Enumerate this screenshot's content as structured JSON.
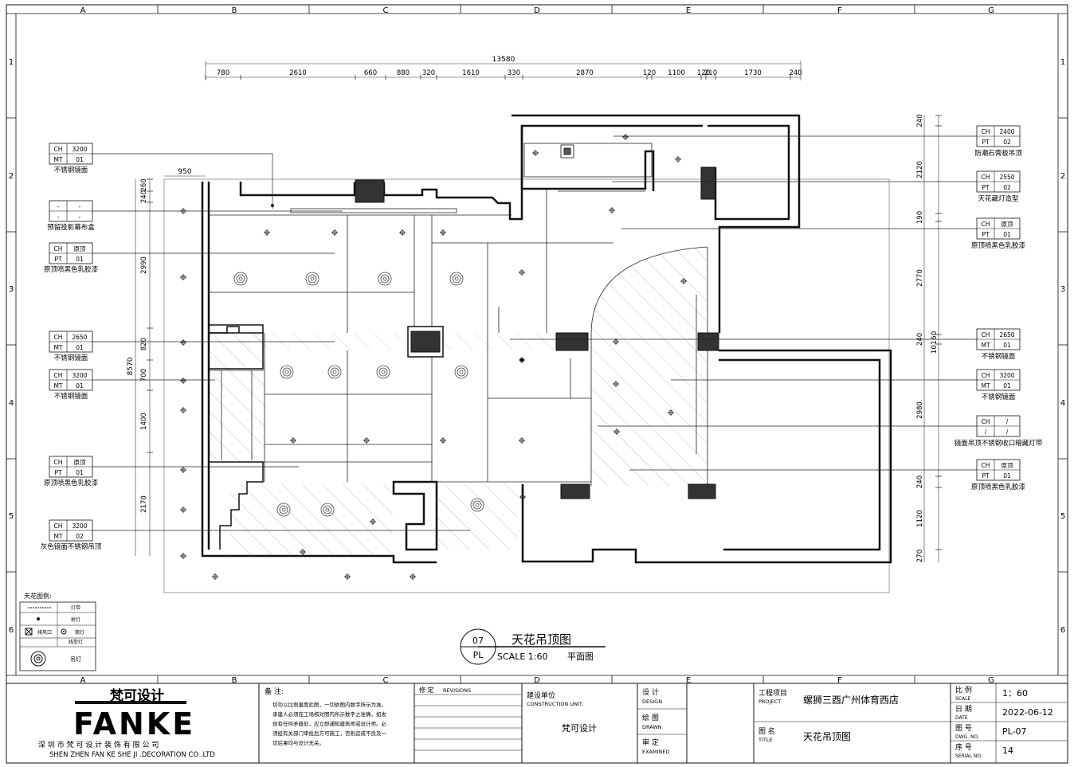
{
  "grid": {
    "columns": [
      "A",
      "B",
      "C",
      "D",
      "E",
      "F",
      "G"
    ],
    "rows": [
      "1",
      "2",
      "3",
      "4",
      "5",
      "6"
    ]
  },
  "dimensions": {
    "overall": "13580",
    "top_segments": [
      "780",
      "2610",
      "660",
      "880",
      "320",
      "1610",
      "330",
      "2870",
      "120",
      "1100",
      "120",
      "210",
      "1730",
      "240"
    ],
    "left_total": "8570",
    "left_segments": [
      "260",
      "240",
      "2990",
      "820",
      "700",
      "1400",
      "2170"
    ],
    "left_offset": "950",
    "right_total": "10160",
    "right_segments": [
      "240",
      "2120",
      "190",
      "2770",
      "240",
      "2980",
      "240",
      "1120",
      "270"
    ]
  },
  "tags_left": [
    {
      "r1k": "CH",
      "r1v": "3200",
      "r2k": "MT",
      "r2v": "01",
      "label": "不锈钢镜面"
    },
    {
      "r1k": "-",
      "r1v": "-",
      "r2k": "-",
      "r2v": "-",
      "label": "预留投影幕布盒"
    },
    {
      "r1k": "CH",
      "r1v": "原顶",
      "r2k": "PT",
      "r2v": "01",
      "label": "原顶喷黑色乳胶漆"
    },
    {
      "r1k": "CH",
      "r1v": "2650",
      "r2k": "MT",
      "r2v": "01",
      "label": "不锈钢镜面"
    },
    {
      "r1k": "CH",
      "r1v": "3200",
      "r2k": "MT",
      "r2v": "01",
      "label": "不锈钢镜面"
    },
    {
      "r1k": "CH",
      "r1v": "原顶",
      "r2k": "PT",
      "r2v": "01",
      "label": "原顶喷黑色乳胶漆"
    },
    {
      "r1k": "CH",
      "r1v": "3200",
      "r2k": "MT",
      "r2v": "02",
      "label": "灰色镜面不锈钢吊顶"
    }
  ],
  "tags_right": [
    {
      "r1k": "CH",
      "r1v": "2400",
      "r2k": "PT",
      "r2v": "02",
      "label": "防潮石膏板吊顶"
    },
    {
      "r1k": "CH",
      "r1v": "2550",
      "r2k": "PT",
      "r2v": "02",
      "label": "天花藏灯造型"
    },
    {
      "r1k": "CH",
      "r1v": "原顶",
      "r2k": "PT",
      "r2v": "01",
      "label": "原顶喷黑色乳胶漆"
    },
    {
      "r1k": "CH",
      "r1v": "2650",
      "r2k": "MT",
      "r2v": "01",
      "label": "不锈钢镜面"
    },
    {
      "r1k": "CH",
      "r1v": "3200",
      "r2k": "MT",
      "r2v": "01",
      "label": "不锈钢镜面"
    },
    {
      "r1k": "CH",
      "r1v": "/",
      "r2k": "/",
      "r2v": "/",
      "label": "镜面吊顶不锈钢收口暗藏灯带"
    },
    {
      "r1k": "CH",
      "r1v": "原顶",
      "r2k": "PT",
      "r2v": "01",
      "label": "原顶喷黑色乳胶漆"
    }
  ],
  "legend": {
    "title": "天花图例:",
    "items": [
      "灯带",
      "射灯",
      "排风口",
      "筒灯",
      "线型灯",
      "吊灯"
    ]
  },
  "drawing_title": {
    "number": "07",
    "sheet": "PL",
    "title": "天花吊顶图",
    "scale": "SCALE 1:60",
    "type": "平面图"
  },
  "title_block": {
    "logo_cn": "梵可设计",
    "logo_en": "FANKE",
    "company_cn": "深 圳 市 梵 可 设 计 装 饰 有 限 公 司",
    "company_en": "SHEN ZHEN FAN KE SHE JI .DECORATION CO .LTD",
    "notes_title": "备 注:",
    "notes": [
      "切勿以比例量度此图，一切依图内数字所示为准。",
      "承建人必须在工场核对图内所示数字之准确，如发",
      "现有任何矛盾处，应立即通知建筑师或设计师。必",
      "须经有关部门审批后方可施工，否则造成不良及一",
      "切后果均与设计无关。"
    ],
    "revisions_label": "修 定",
    "revisions_en": "REVISIONS",
    "construction_cn": "建设单位",
    "construction_en": "CONSTRUCTION UNIT.",
    "construction_value": "梵可设计",
    "design_cn": "设 计",
    "design_en": "DESIGN",
    "drawn_cn": "绘 图",
    "drawn_en": "DRAWN",
    "examined_cn": "审 定",
    "examined_en": "EXAMINED",
    "project_cn": "工程项目",
    "project_en": "PROJECT",
    "project_value": "螺狮三酉广州体育西店",
    "title_cn": "图 名",
    "title_en": "TITLE",
    "title_value": "天花吊顶图",
    "scale_cn": "比 例",
    "scale_en": "SCALE",
    "scale_value": "1：60",
    "date_cn": "日 期",
    "date_en": "DATE",
    "date_value": "2022-06-12",
    "dwg_cn": "图 号",
    "dwg_en": "DWG. NO.",
    "dwg_value": "PL-07",
    "serial_cn": "序 号",
    "serial_en": "SERIAL NO.",
    "serial_value": "14"
  }
}
